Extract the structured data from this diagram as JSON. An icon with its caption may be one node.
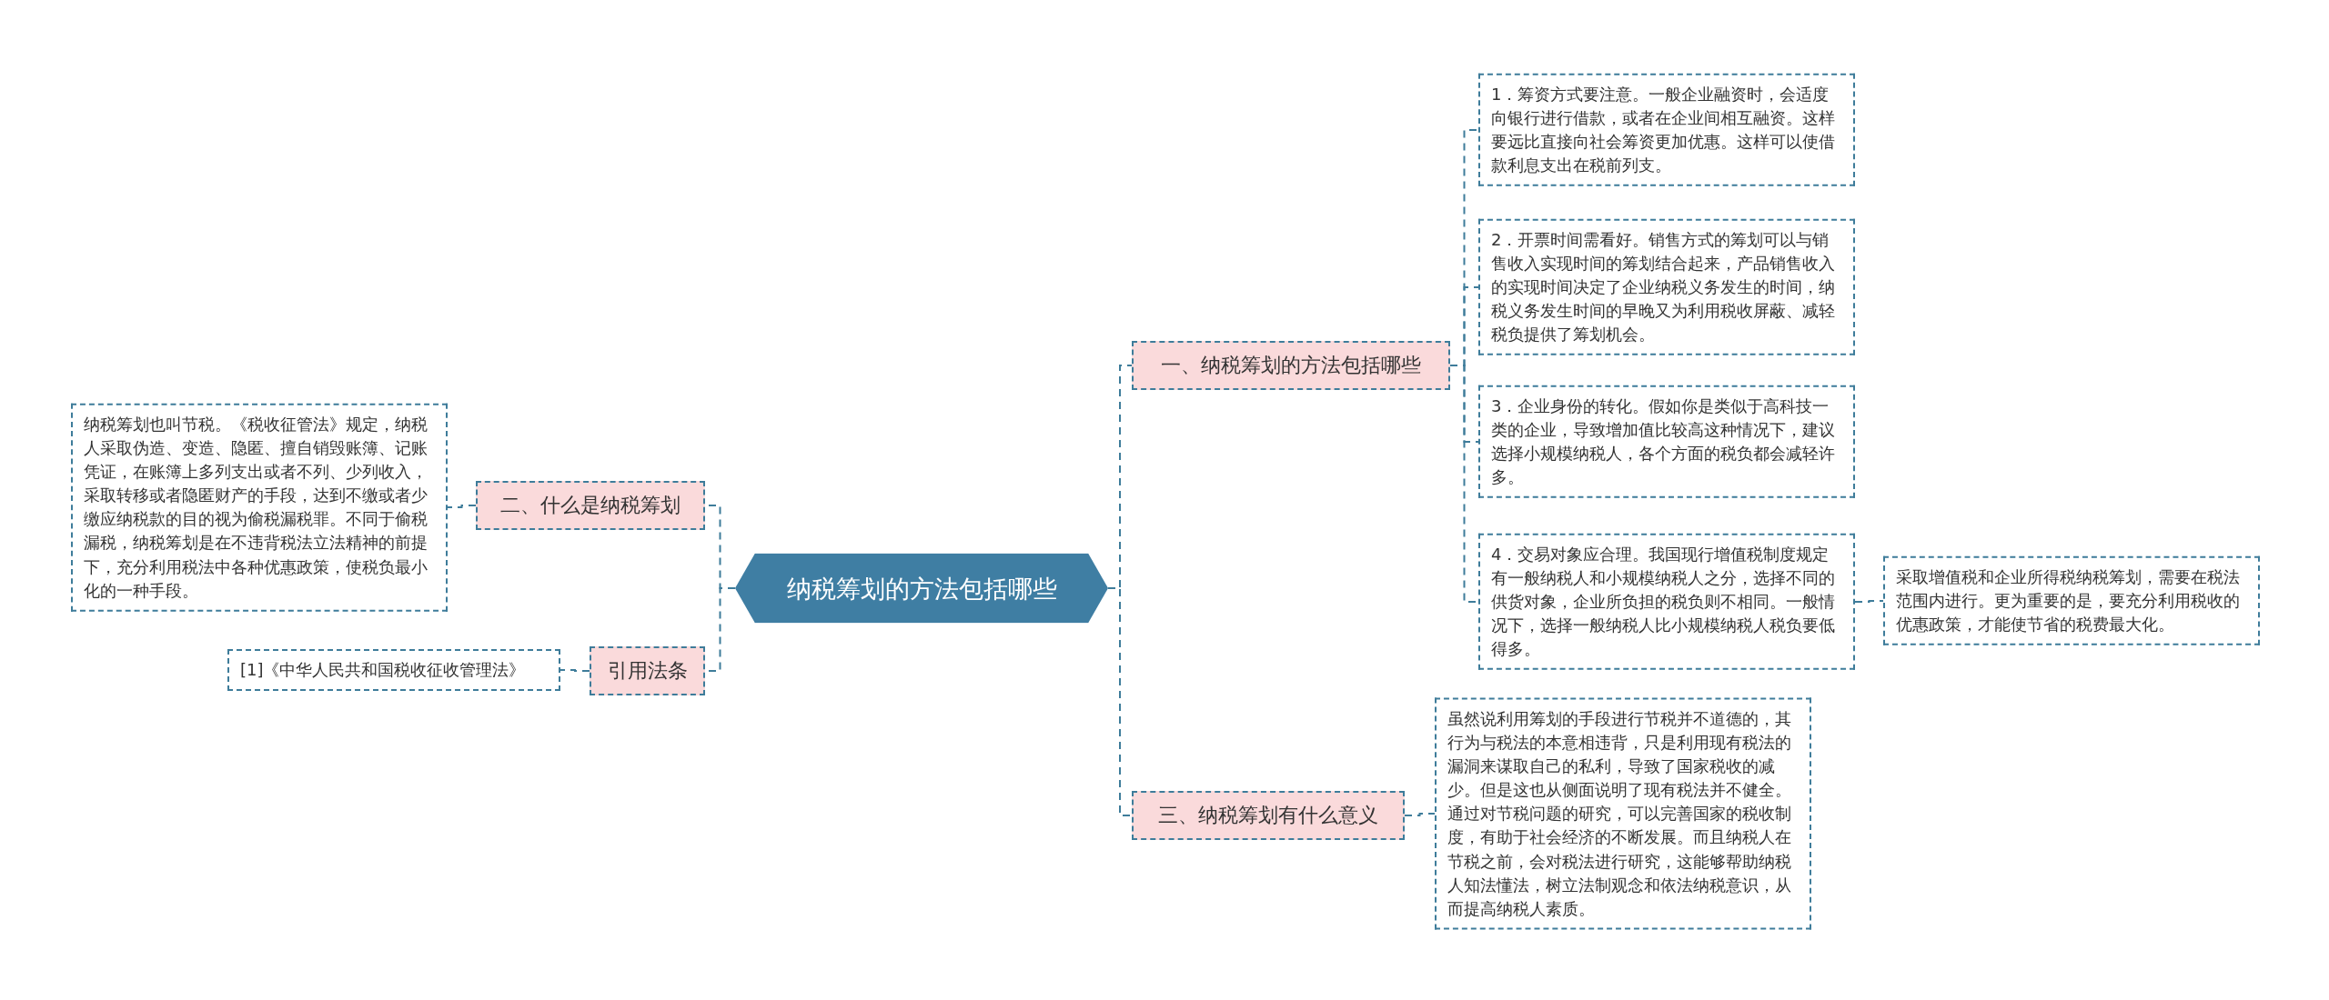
{
  "diagram": {
    "nodes": [
      {
        "text": [
          "纳税筹划的方法包括哪些"
        ]
      },
      {
        "text": [
          "一、纳税筹划的方法包括哪些"
        ]
      },
      {
        "text": [
          "1．筹资方式要注意。一般企业融资时，会适度向银行进行借款，或者在企业间相互融资。这样要远比直接向社会筹资更加优惠。这样可以使借款利息支出在税前列支。"
        ]
      },
      {
        "text": [
          "2．开票时间需看好。销售方式的筹划可以与销售收入实现时间的筹划结合起来，产品销售收入的实现时间决定了企业纳税义务发生的时间，纳税义务发生时间的早晚又为利用税收屏蔽、减轻税负提供了筹划机会。"
        ]
      },
      {
        "text": [
          "3．企业身份的转化。假如你是类似于高科技一类的企业，导致增加值比较高这种情况下，建议选择小规模纳税人，各个方面的税负都会减轻许多。"
        ]
      },
      {
        "text": [
          "4．交易对象应合理。我国现行增值税制度规定有一般纳税人和小规模纳税人之分，选择不同的供货对象，企业所负担的税负则不相同。一般情况下，选择一般纳税人比小规模纳税人税负要低得多。"
        ]
      },
      {
        "text": [
          "采取增值税和企业所得税纳税筹划，需要在税法范围内进行。更为重要的是，要充分利用税收的优惠政策，才能使节省的税费最大化。"
        ]
      },
      {
        "text": [
          "三、纳税筹划有什么意义"
        ]
      },
      {
        "text": [
          "虽然说利用筹划的手段进行节税并不道德的，其行为与税法的本意相违背，只是利用现有税法的漏洞来谋取自己的私利，导致了国家税收的减少。但是这也从侧面说明了现有税法并不健全。通过对节税问题的研究，可以完善国家的税收制度，有助于社会经济的不断发展。而且纳税人在节税之前，会对税法进行研究，这能够帮助纳税人知法懂法，树立法制观念和依法纳税意识，从而提高纳税人素质。"
        ]
      },
      {
        "text": [
          "二、什么是纳税筹划"
        ]
      },
      {
        "text": [
          "纳税筹划也叫节税。《税收征管法》规定，纳税人采取伪造、变造、隐匿、擅自销毁账簿、记账凭证，在账簿上多列支出或者不列、少列收入，采取转移或者隐匿财产的手段，达到不缴或者少缴应纳税款的目的视为偷税漏税罪。不同于偷税漏税，纳税筹划是在不违背税法立法精神的前提下，充分利用税法中各种优惠政策，使税负最小化的一种手段。"
        ]
      },
      {
        "text": [
          "引用法条"
        ]
      },
      {
        "text": [
          "[1]《中华人民共和国税收征收管理法》"
        ]
      }
    ],
    "edges": [
      {
        "from": 0,
        "to": 1,
        "arrow": "none",
        "style": "dashed"
      },
      {
        "from": 1,
        "to": 2,
        "arrow": "none",
        "style": "dashed"
      },
      {
        "from": 1,
        "to": 3,
        "arrow": "none",
        "style": "dashed"
      },
      {
        "from": 1,
        "to": 4,
        "arrow": "none",
        "style": "dashed"
      },
      {
        "from": 1,
        "to": 5,
        "arrow": "none",
        "style": "dashed"
      },
      {
        "from": 5,
        "to": 6,
        "arrow": "none",
        "style": "dashed"
      },
      {
        "from": 0,
        "to": 7,
        "arrow": "none",
        "style": "dashed"
      },
      {
        "from": 7,
        "to": 8,
        "arrow": "none",
        "style": "dashed"
      },
      {
        "from": 0,
        "to": 9,
        "arrow": "none",
        "style": "dashed"
      },
      {
        "from": 9,
        "to": 10,
        "arrow": "none",
        "style": "dashed"
      },
      {
        "from": 0,
        "to": 11,
        "arrow": "none",
        "style": "dashed"
      },
      {
        "from": 11,
        "to": 12,
        "arrow": "none",
        "style": "dashed"
      }
    ]
  }
}
